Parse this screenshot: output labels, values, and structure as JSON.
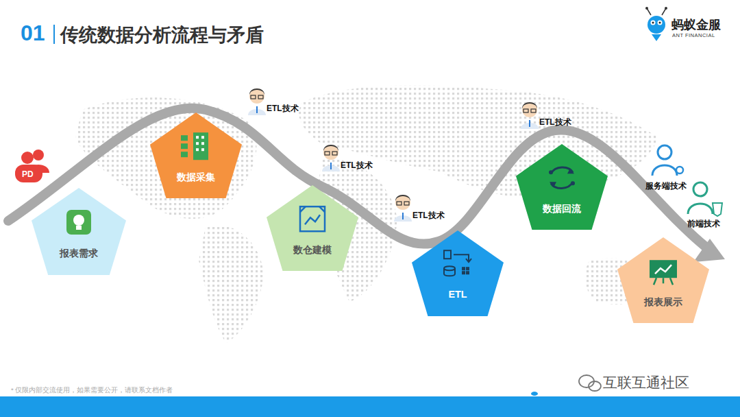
{
  "diagram": {
    "title": "传统数据分析流程与矛盾",
    "nodes": [
      {
        "text": [
          "报表需求"
        ]
      },
      {
        "text": [
          "数据采集"
        ]
      },
      {
        "text": [
          "数仓建模"
        ]
      },
      {
        "text": [
          "ETL"
        ]
      },
      {
        "text": [
          "数据回流"
        ]
      },
      {
        "text": [
          "报表展示"
        ]
      }
    ],
    "labels": [
      "01",
      "蚂蚁金服",
      "ANT FINANCIAL",
      "PD",
      "ETL技术",
      "ETL技术",
      "ETL技术",
      "ETL技术",
      "服务端技术",
      "前端技术",
      "* 仅限内部交流使用，如果需要公开，请联系文档作者",
      "互联互通社区"
    ]
  }
}
